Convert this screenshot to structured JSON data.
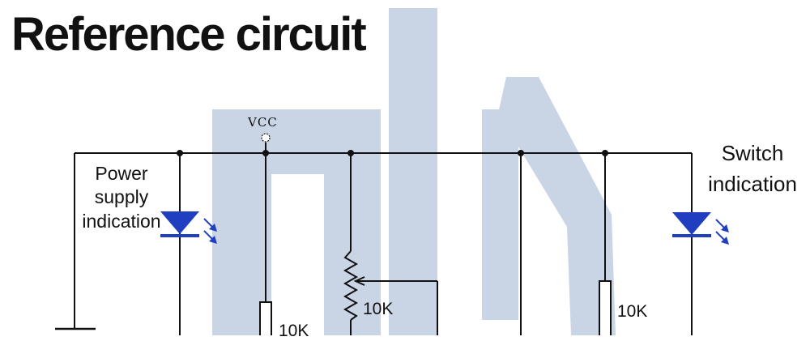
{
  "title": "Reference circuit",
  "labels": {
    "vcc": "VCC",
    "power_indication": "Power supply indication",
    "switch_indication": "Switch indication",
    "res_left": "10K",
    "res_pot": "10K",
    "res_right": "10K"
  },
  "colors": {
    "wire": "#111111",
    "led_blue": "#1f3fc0",
    "watermark": "#aebfd6"
  },
  "icons": [
    "watermark-logo",
    "led-icon",
    "resistor-icon",
    "potentiometer-icon",
    "ground-icon"
  ]
}
